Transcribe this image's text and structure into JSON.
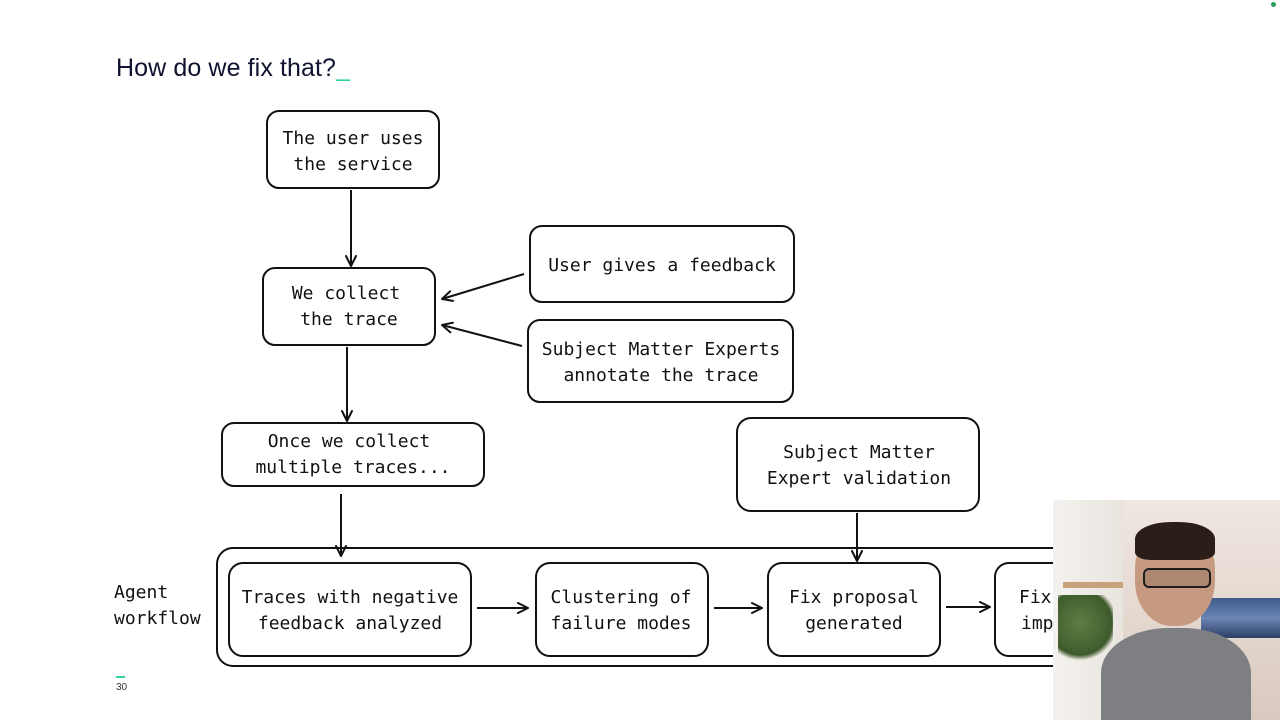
{
  "slide": {
    "title": "How do we fix that?",
    "title_cursor": "_",
    "page_number": "30"
  },
  "diagram": {
    "nodes": {
      "user_uses_service": [
        "The user uses",
        "the service"
      ],
      "collect_trace": [
        "We collect",
        "the trace"
      ],
      "user_feedback": [
        "User gives a feedback"
      ],
      "sme_annotate": [
        "Subject Matter Experts",
        "annotate the trace"
      ],
      "multiple_traces": [
        "Once we collect",
        "multiple traces..."
      ],
      "sme_validation": [
        "Subject Matter",
        "Expert validation"
      ],
      "traces_negative": [
        "Traces with negative",
        "feedback analyzed"
      ],
      "clustering": [
        "Clustering of",
        "failure modes"
      ],
      "fix_proposal": [
        "Fix proposal",
        "generated"
      ],
      "fix_cut": [
        "Fix",
        "imp"
      ]
    },
    "group_label": [
      "Agent",
      "workflow"
    ]
  },
  "presenter_video": {
    "icon": "webcam-presenter"
  },
  "colors": {
    "title": "#0f1230",
    "accent": "#2fd2a5",
    "stroke": "#111111"
  }
}
